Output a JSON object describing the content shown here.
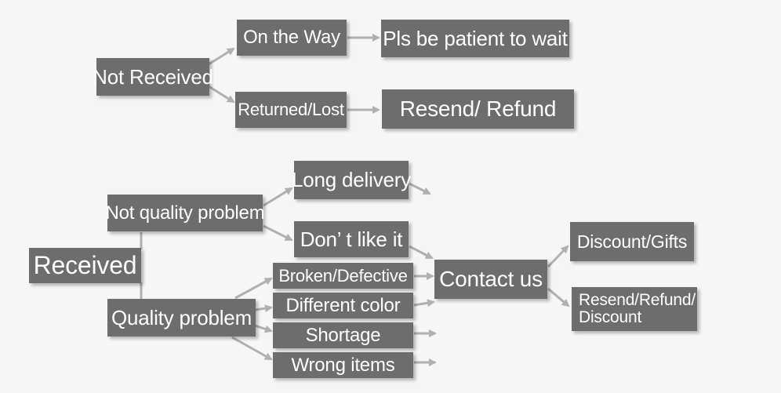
{
  "colors": {
    "box": "#6d6d6d",
    "text": "#ffffff",
    "arrow": "#b0b0b0",
    "background": "#f6f6f6"
  },
  "nodes": {
    "not_received": "Not Received",
    "on_the_way": "On the Way",
    "pls_be_patient": "Pls be patient to wait",
    "returned_lost": "Returned/Lost",
    "resend_refund": "Resend/ Refund",
    "received": "Received",
    "not_quality_problem": "Not quality problem",
    "long_delivery": "Long delivery",
    "dont_like_it": "Don’ t like it",
    "quality_problem": "Quality problem",
    "broken_defective": "Broken/Defective",
    "different_color": "Different color",
    "shortage": "Shortage",
    "wrong_items": "Wrong items",
    "contact_us": "Contact us",
    "discount_gifts": "Discount/Gifts",
    "resend_refund_discount_line1": "Resend/Refund/",
    "resend_refund_discount_line2": "Discount"
  }
}
